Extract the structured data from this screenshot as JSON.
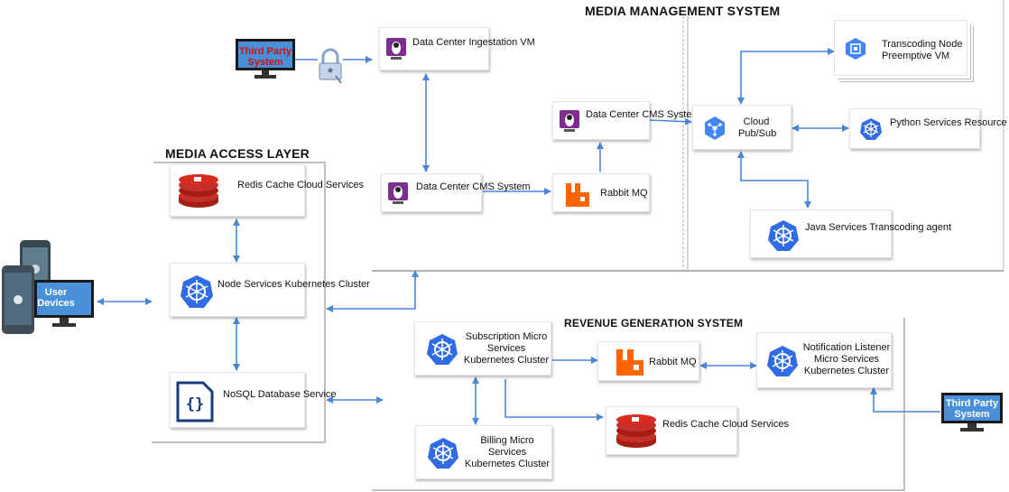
{
  "sections": {
    "media_management": "MEDIA MANAGEMENT SYSTEM",
    "media_access": "MEDIA ACCESS LAYER",
    "revenue": "REVENUE GENERATION SYSTEM"
  },
  "nodes": {
    "third_party_top": "Third Party System",
    "dc_ingest": "Data Center Ingestation VM",
    "dc_cms_upper": "Data Center CMS System",
    "dc_cms_lower": "Data Center CMS System",
    "rabbit_mms": "Rabbit MQ",
    "cloud_pubsub": "Cloud Pub/Sub",
    "transcoding_node": "Transcoding Node Preemptive VM",
    "python_services": "Python Services Resource manager",
    "java_services": "Java Services Transcoding agent",
    "redis_access": "Redis Cache Cloud Services",
    "node_services": "Node Services Kubernetes Cluster",
    "nosql": "NoSQL Database Service",
    "user_devices": "User Devices",
    "subscription": "Subscription Micro Services Kubernetes Cluster",
    "rabbit_rev": "Rabbit MQ",
    "notification": "Notification Listener Micro Services Kubernetes Cluster",
    "redis_rev": "Redis Cache Cloud Services",
    "billing": "Billing Micro Services Kubernetes Cluster",
    "third_party_right": "Third Party System"
  },
  "colors": {
    "arrow": "#4a86d8",
    "kube": "#326ce5",
    "redis": "#c6302b",
    "rabbit": "#ff6600",
    "gcp": "#4285f4",
    "monitor_screen": "#4a90d9"
  }
}
